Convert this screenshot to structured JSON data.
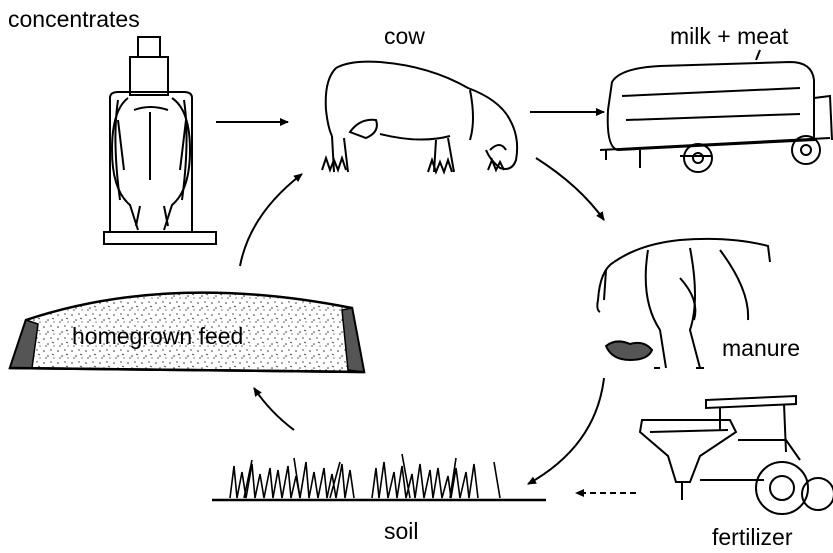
{
  "labels": {
    "concentrates": "concentrates",
    "cow": "cow",
    "milk_meat": "milk + meat",
    "manure": "manure",
    "homegrown_feed": "homegrown feed",
    "soil": "soil",
    "fertilizer": "fertilizer"
  },
  "colors": {
    "ink": "#000000",
    "background": "#ffffff",
    "shading": "#555555"
  },
  "icons": {
    "concentrates": "feeder-stall-cow-icon",
    "cow": "grazing-cow-icon",
    "milk_meat": "tanker-truck-icon",
    "manure": "cow-hindquarters-icon",
    "homegrown_feed": "silage-clamp-icon",
    "soil": "grass-field-icon",
    "fertilizer": "fertilizer-spreader-tractor-icon"
  }
}
